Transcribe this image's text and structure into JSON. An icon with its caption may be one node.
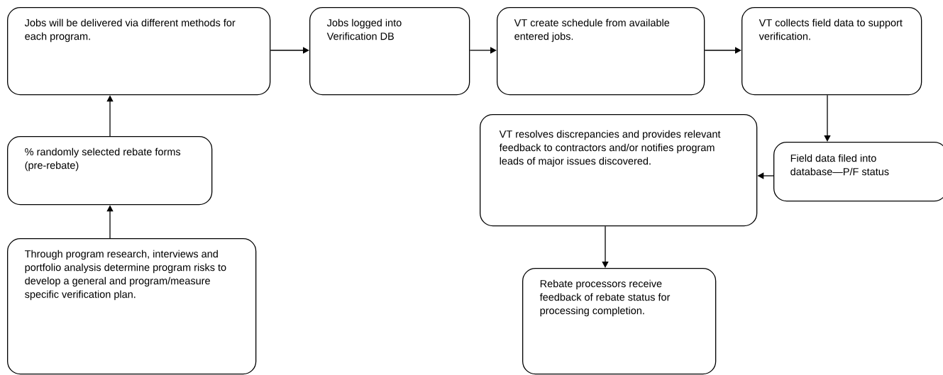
{
  "diagram": {
    "nodes": [
      {
        "text": [
          "Jobs will be delivered via different methods for each program."
        ]
      },
      {
        "text": [
          "Jobs logged into Verification DB"
        ]
      },
      {
        "text": [
          "VT create schedule from available entered jobs."
        ]
      },
      {
        "text": [
          "VT collects field data to support verification."
        ]
      },
      {
        "text": [
          "% randomly selected rebate forms (pre-rebate)"
        ]
      },
      {
        "text": [
          "VT resolves discrepancies and provides relevant feedback to contractors and/or notifies program leads of major issues discovered."
        ]
      },
      {
        "text": [
          "Field data filed into database—P/F status"
        ]
      },
      {
        "text": [
          "Through program research, interviews and portfolio analysis determine program risks to develop a general and program/measure specific verification plan."
        ]
      },
      {
        "text": [
          "Rebate processors receive feedback of rebate status for processing completion."
        ]
      }
    ],
    "edges": [
      {
        "from": 0,
        "to": 1,
        "arrow": "to"
      },
      {
        "from": 1,
        "to": 2,
        "arrow": "to"
      },
      {
        "from": 2,
        "to": 3,
        "arrow": "to"
      },
      {
        "from": 3,
        "to": 6,
        "arrow": "to"
      },
      {
        "from": 6,
        "to": 5,
        "arrow": "to"
      },
      {
        "from": 5,
        "to": 8,
        "arrow": "to"
      },
      {
        "from": 4,
        "to": 0,
        "arrow": "to"
      },
      {
        "from": 7,
        "to": 4,
        "arrow": "to"
      }
    ]
  }
}
